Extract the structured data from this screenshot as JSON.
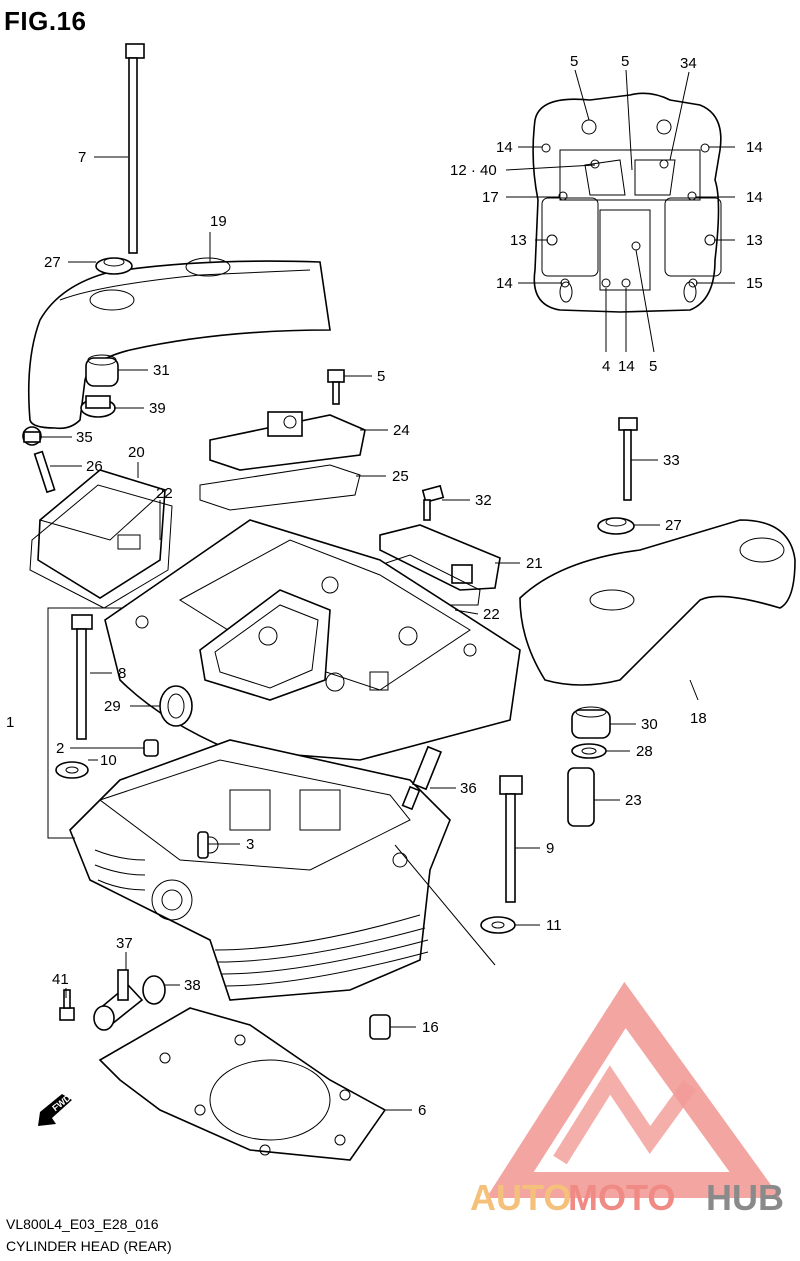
{
  "figure": {
    "title": "FIG.16",
    "model_code": "VL800L4_E03_E28_016",
    "caption": "CYLINDER HEAD (REAR)",
    "fwd_label": "FWD"
  },
  "callouts": [
    {
      "id": "7",
      "label": "7"
    },
    {
      "id": "27a",
      "label": "27"
    },
    {
      "id": "19",
      "label": "19"
    },
    {
      "id": "31",
      "label": "31"
    },
    {
      "id": "39",
      "label": "39"
    },
    {
      "id": "35",
      "label": "35"
    },
    {
      "id": "26",
      "label": "26"
    },
    {
      "id": "20",
      "label": "20"
    },
    {
      "id": "22a",
      "label": "22"
    },
    {
      "id": "5a",
      "label": "5"
    },
    {
      "id": "24",
      "label": "24"
    },
    {
      "id": "25",
      "label": "25"
    },
    {
      "id": "32",
      "label": "32"
    },
    {
      "id": "21",
      "label": "21"
    },
    {
      "id": "22b",
      "label": "22"
    },
    {
      "id": "33",
      "label": "33"
    },
    {
      "id": "27b",
      "label": "27"
    },
    {
      "id": "1",
      "label": "1"
    },
    {
      "id": "8",
      "label": "8"
    },
    {
      "id": "29",
      "label": "29"
    },
    {
      "id": "2",
      "label": "2"
    },
    {
      "id": "10",
      "label": "10"
    },
    {
      "id": "3",
      "label": "3"
    },
    {
      "id": "36",
      "label": "36"
    },
    {
      "id": "18",
      "label": "18"
    },
    {
      "id": "30",
      "label": "30"
    },
    {
      "id": "28",
      "label": "28"
    },
    {
      "id": "23",
      "label": "23"
    },
    {
      "id": "9",
      "label": "9"
    },
    {
      "id": "11",
      "label": "11"
    },
    {
      "id": "37",
      "label": "37"
    },
    {
      "id": "41",
      "label": "41"
    },
    {
      "id": "38",
      "label": "38"
    },
    {
      "id": "16",
      "label": "16"
    },
    {
      "id": "6",
      "label": "6"
    },
    {
      "id": "in5a",
      "label": "5"
    },
    {
      "id": "in5b",
      "label": "5"
    },
    {
      "id": "in34",
      "label": "34"
    },
    {
      "id": "in14a",
      "label": "14"
    },
    {
      "id": "in14b",
      "label": "14"
    },
    {
      "id": "in1240",
      "label": "12 · 40"
    },
    {
      "id": "in17",
      "label": "17"
    },
    {
      "id": "in14c",
      "label": "14"
    },
    {
      "id": "in13a",
      "label": "13"
    },
    {
      "id": "in13b",
      "label": "13"
    },
    {
      "id": "in14d",
      "label": "14"
    },
    {
      "id": "in15",
      "label": "15"
    },
    {
      "id": "in4",
      "label": "4"
    },
    {
      "id": "in14e",
      "label": "14"
    },
    {
      "id": "in5c",
      "label": "5"
    }
  ],
  "watermark": {
    "part1": "AUTO",
    "part2": "MOTO",
    "part3": "HUB",
    "colors": {
      "auto": "#f4c07a",
      "moto": "#f08a84",
      "hub": "#8a8a8a",
      "triangle": "#f08a84"
    }
  }
}
